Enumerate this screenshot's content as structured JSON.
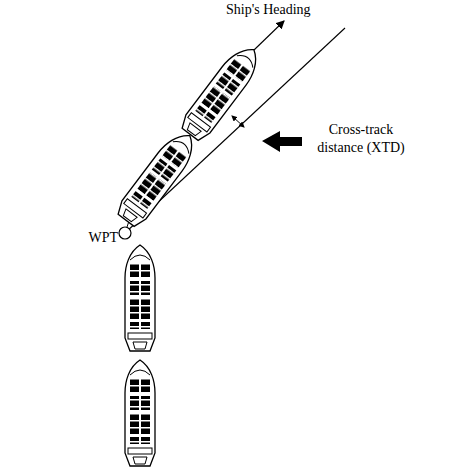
{
  "diagram": {
    "labels": [
      "Ship's Heading",
      "Cross-track distance (XTD)",
      "WPT"
    ]
  }
}
